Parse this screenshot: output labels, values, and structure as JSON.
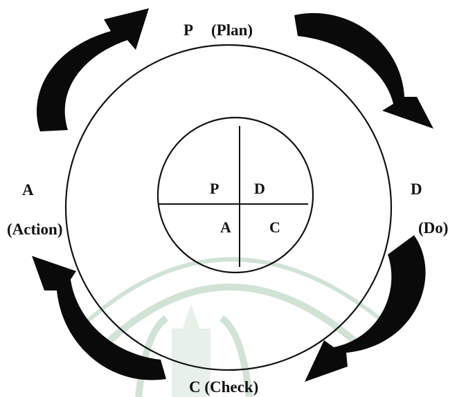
{
  "outer_labels": {
    "plan_letter": "P",
    "plan_word": "(Plan)",
    "do_letter": "D",
    "do_word": "(Do)",
    "check_text": "C (Check)",
    "action_letter": "A",
    "action_word": "(Action)"
  },
  "inner_labels": {
    "p": "P",
    "d": "D",
    "a": "A",
    "c": "C"
  },
  "watermark_color": "#7cb08a",
  "arrow_color": "#0a0a0a"
}
